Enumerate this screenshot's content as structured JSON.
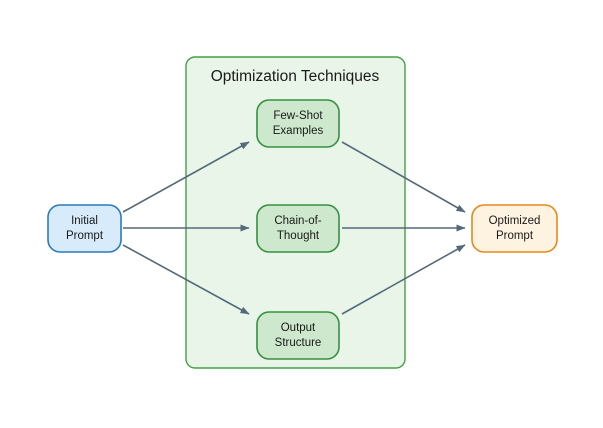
{
  "diagram": {
    "group_title": "Optimization Techniques",
    "nodes": {
      "initial": {
        "line1": "Initial",
        "line2": "Prompt"
      },
      "few_shot": {
        "line1": "Few-Shot",
        "line2": "Examples"
      },
      "chain_of_thought": {
        "line1": "Chain-of-",
        "line2": "Thought"
      },
      "output_structure": {
        "line1": "Output",
        "line2": "Structure"
      },
      "optimized": {
        "line1": "Optimized",
        "line2": "Prompt"
      }
    },
    "colors": {
      "group_fill": "#e9f5e9",
      "group_border": "#43a047",
      "technique_fill": "#cde8cd",
      "technique_border": "#35913f",
      "initial_fill": "#d7ebfa",
      "initial_border": "#2b7bba",
      "optimized_fill": "#fdf3e0",
      "optimized_border": "#e8891c",
      "arrow": "#55697a"
    }
  }
}
